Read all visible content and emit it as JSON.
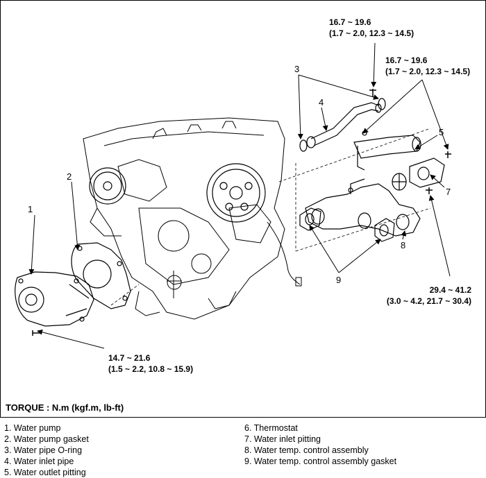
{
  "torque_specs": {
    "t1": {
      "main": "16.7 ~ 19.6",
      "sub": "(1.7 ~ 2.0, 12.3 ~ 14.5)"
    },
    "t2": {
      "main": "16.7 ~ 19.6",
      "sub": "(1.7 ~ 2.0, 12.3 ~ 14.5)"
    },
    "t3": {
      "main": "29.4 ~ 41.2",
      "sub": "(3.0 ~ 4.2, 21.7 ~ 30.4)"
    },
    "t4": {
      "main": "14.7 ~ 21.6",
      "sub": "(1.5 ~ 2.2, 10.8 ~ 15.9)"
    }
  },
  "callouts": {
    "c1": "1",
    "c2": "2",
    "c3": "3",
    "c4": "4",
    "c5": "5",
    "c7": "7",
    "c8": "8",
    "c9": "9"
  },
  "torque_unit": "TORQUE : N.m (kgf.m, lb-ft)",
  "legend": {
    "left": [
      "1.  Water pump",
      "2.  Water pump gasket",
      "3.  Water pipe O-ring",
      "4.  Water inlet pipe",
      "5.  Water outlet pitting"
    ],
    "right": [
      "6.  Thermostat",
      "7.  Water inlet pitting",
      "8.  Water temp. control assembly",
      "9.  Water temp. control assembly gasket"
    ]
  }
}
